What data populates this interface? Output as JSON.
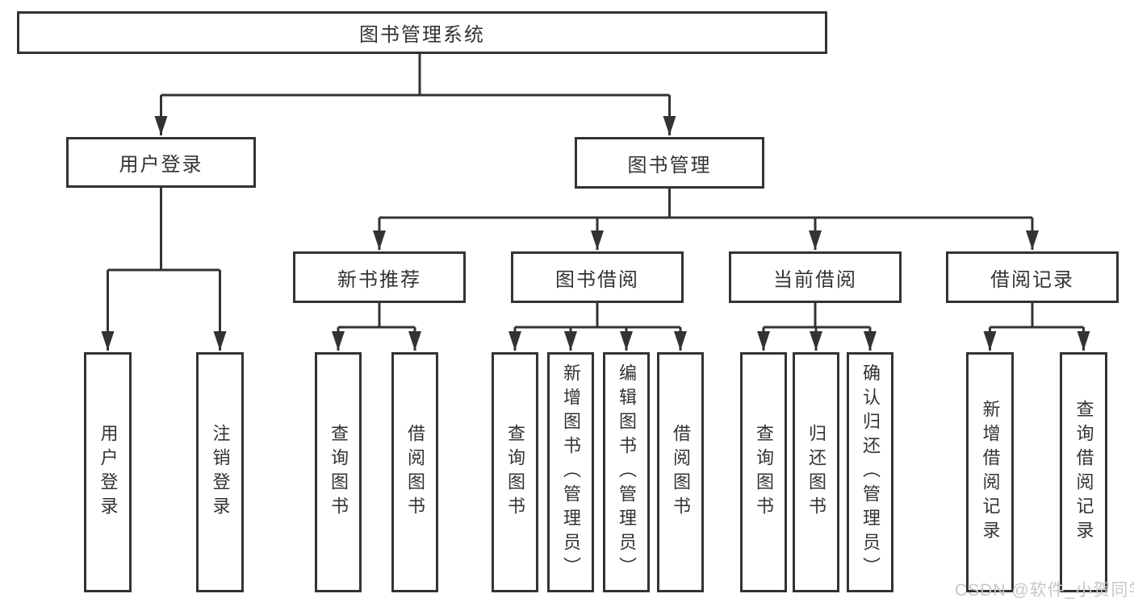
{
  "diagram": {
    "root": "图书管理系统",
    "level2": [
      "用户登录",
      "图书管理"
    ],
    "level3": [
      "新书推荐",
      "图书借阅",
      "当前借阅",
      "借阅记录"
    ],
    "leaves": {
      "user_login": [
        "用户登录",
        "注销登录"
      ],
      "new_book": [
        "查询图书",
        "借阅图书"
      ],
      "book_borrow": [
        "查询图书",
        "新增图书（管理员）",
        "编辑图书（管理员）",
        "借阅图书"
      ],
      "current_borrow": [
        "查询图书",
        "归还图书",
        "确认归还（管理员）"
      ],
      "borrow_record": [
        "新增借阅记录",
        "查询借阅记录"
      ]
    },
    "watermark": "CSDN @软件_小贺同学",
    "colors": {
      "line": "#333333",
      "box_border": "#333333",
      "box_fill": "#ffffff",
      "text": "#333333",
      "watermark": "#c7c6cb"
    }
  }
}
